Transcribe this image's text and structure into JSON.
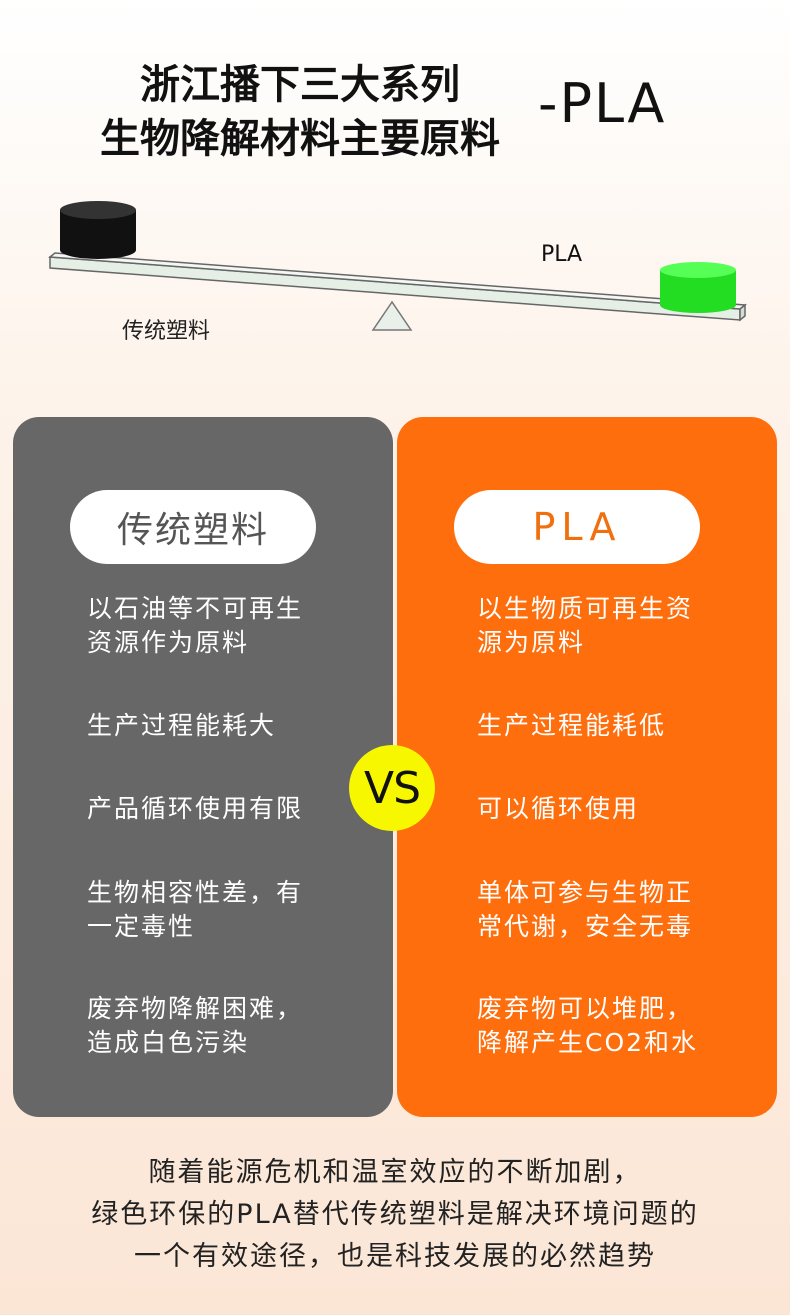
{
  "header": {
    "title_line1": "浙江播下三大系列",
    "title_line2": "生物降解材料主要原料",
    "title_suffix": "-PLA"
  },
  "scale": {
    "label_pla": "PLA",
    "label_traditional": "传统塑料",
    "colors": {
      "heavy": "#111111",
      "light": "#33ee33",
      "beam": "#e6efe6"
    }
  },
  "left_panel": {
    "title": "传统塑料",
    "color": "#676767",
    "items": [
      [
        "以石油等不可再生",
        "资源作为原料"
      ],
      [
        "生产过程能耗大"
      ],
      [
        "产品循环使用有限"
      ],
      [
        "生物相容性差，有",
        "一定毒性"
      ],
      [
        "废弃物降解困难，",
        "造成白色污染"
      ]
    ]
  },
  "right_panel": {
    "title": "PLA",
    "color": "#fe6e0c",
    "items": [
      [
        "以生物质可再生资",
        "源为原料"
      ],
      [
        "生产过程能耗低"
      ],
      [
        "可以循环使用"
      ],
      [
        "单体可参与生物正",
        "常代谢，安全无毒"
      ],
      [
        "废弃物可以堆肥，",
        "降解产生CO2和水"
      ]
    ]
  },
  "vs": {
    "label": "VS",
    "color": "#f7f700"
  },
  "footer": {
    "lines": [
      "随着能源危机和温室效应的不断加剧，",
      "绿色环保的PLA替代传统塑料是解决环境问题的",
      "一个有效途径，也是科技发展的必然趋势"
    ]
  }
}
